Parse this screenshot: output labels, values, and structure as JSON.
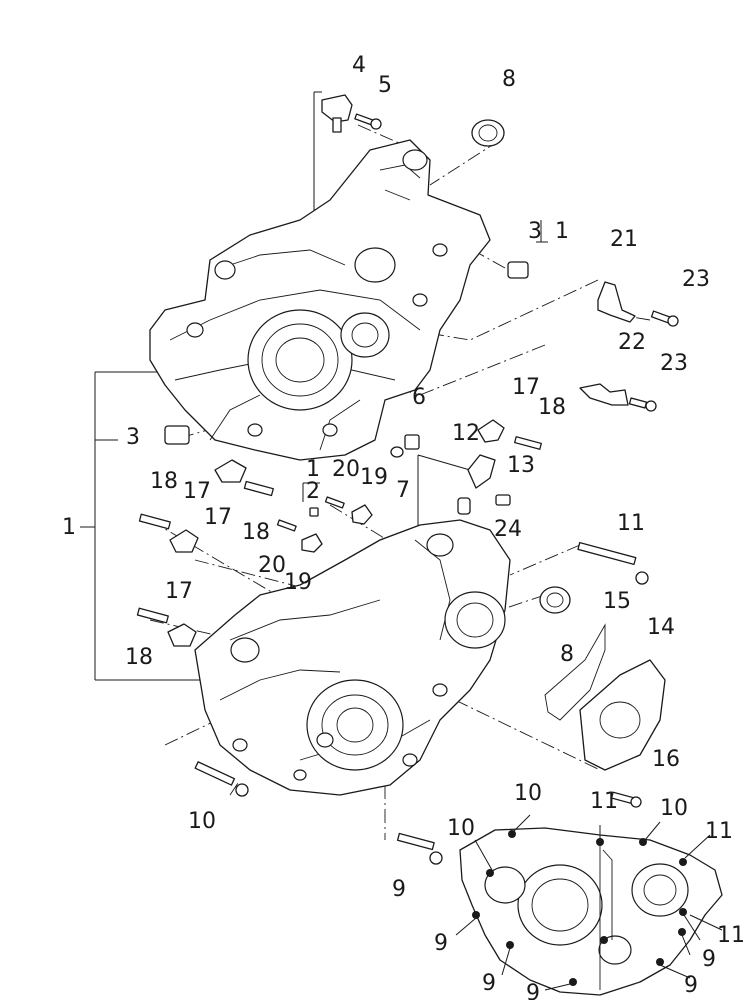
{
  "callouts": [
    {
      "id": "c4",
      "text": "4"
    },
    {
      "id": "c5",
      "text": "5"
    },
    {
      "id": "c8a",
      "text": "8"
    },
    {
      "id": "c3a",
      "text": "3"
    },
    {
      "id": "c1a",
      "text": "1"
    },
    {
      "id": "c21",
      "text": "21"
    },
    {
      "id": "c23a",
      "text": "23"
    },
    {
      "id": "c22",
      "text": "22"
    },
    {
      "id": "c23b",
      "text": "23"
    },
    {
      "id": "c3b",
      "text": "3"
    },
    {
      "id": "c6",
      "text": "6"
    },
    {
      "id": "c17a",
      "text": "17"
    },
    {
      "id": "c18a",
      "text": "18"
    },
    {
      "id": "c12",
      "text": "12"
    },
    {
      "id": "c13",
      "text": "13"
    },
    {
      "id": "c7",
      "text": "7"
    },
    {
      "id": "c1b",
      "text": "1"
    },
    {
      "id": "c2",
      "text": "2"
    },
    {
      "id": "c20a",
      "text": "20"
    },
    {
      "id": "c19a",
      "text": "19"
    },
    {
      "id": "c18b",
      "text": "18"
    },
    {
      "id": "c17b",
      "text": "17"
    },
    {
      "id": "c17c",
      "text": "17"
    },
    {
      "id": "c18c",
      "text": "18"
    },
    {
      "id": "c24",
      "text": "24"
    },
    {
      "id": "c1c",
      "text": "1"
    },
    {
      "id": "c20b",
      "text": "20"
    },
    {
      "id": "c19b",
      "text": "19"
    },
    {
      "id": "c11a",
      "text": "11"
    },
    {
      "id": "c15",
      "text": "15"
    },
    {
      "id": "c14",
      "text": "14"
    },
    {
      "id": "c17d",
      "text": "17"
    },
    {
      "id": "c18d",
      "text": "18"
    },
    {
      "id": "c8b",
      "text": "8"
    },
    {
      "id": "c16",
      "text": "16"
    },
    {
      "id": "c10a",
      "text": "10"
    },
    {
      "id": "c10b",
      "text": "10"
    },
    {
      "id": "c11b",
      "text": "11"
    },
    {
      "id": "c10c",
      "text": "10"
    },
    {
      "id": "c10d",
      "text": "10"
    },
    {
      "id": "c11c",
      "text": "11"
    },
    {
      "id": "c9a",
      "text": "9"
    },
    {
      "id": "c9b",
      "text": "9"
    },
    {
      "id": "c11d",
      "text": "11"
    },
    {
      "id": "c9c",
      "text": "9"
    },
    {
      "id": "c9d",
      "text": "9"
    },
    {
      "id": "c9e",
      "text": "9"
    },
    {
      "id": "c9f",
      "text": "9"
    }
  ]
}
